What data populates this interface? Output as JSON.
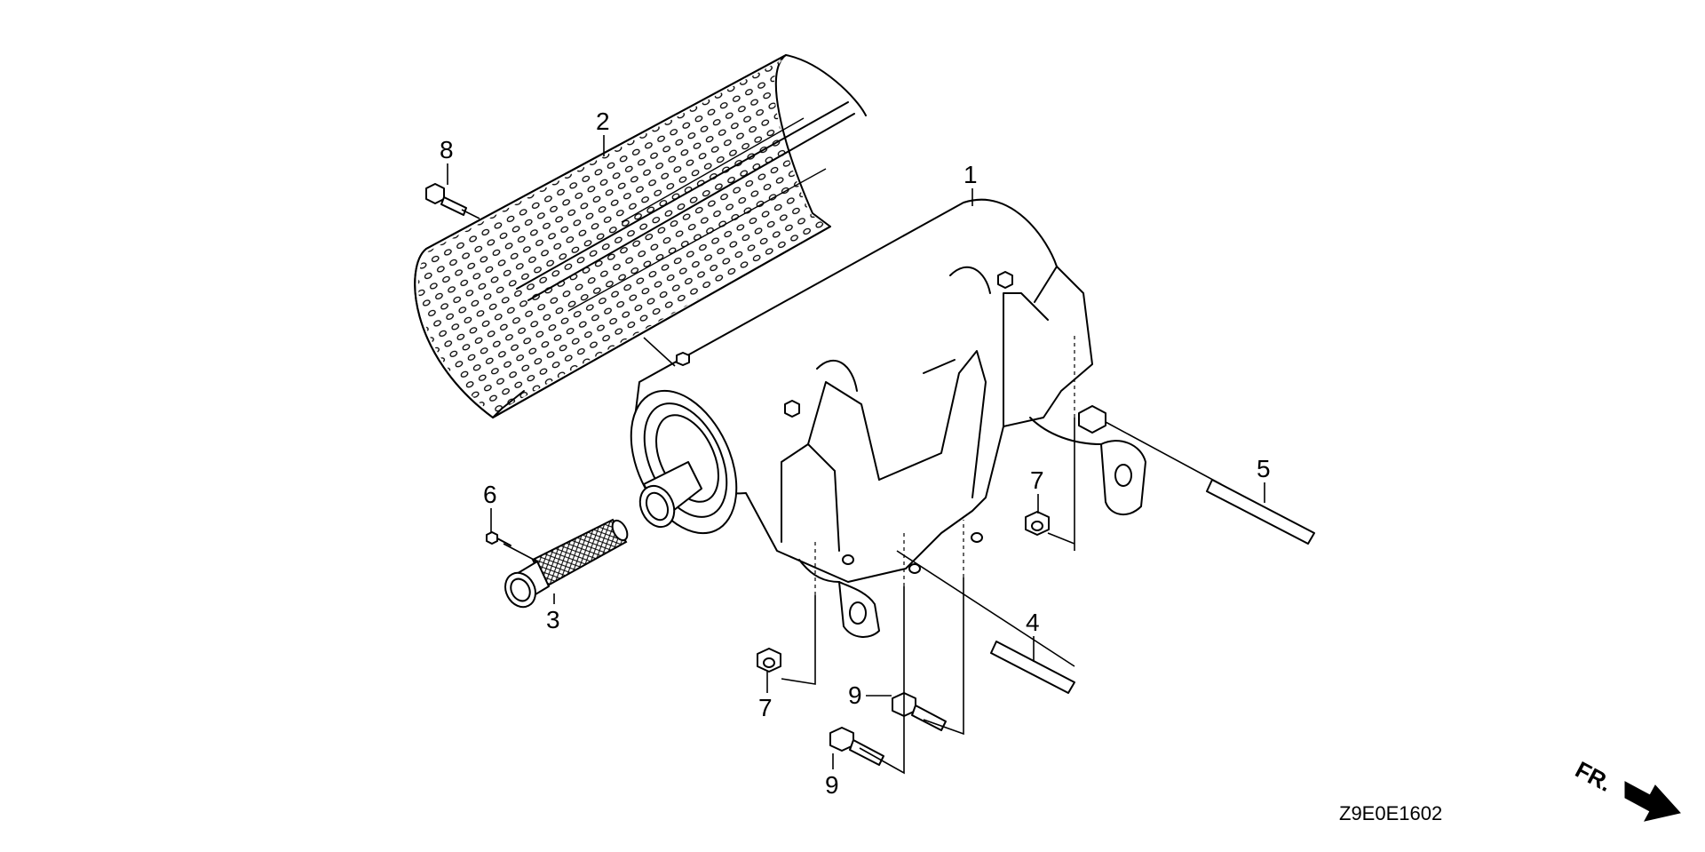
{
  "callouts": [
    {
      "id": "1",
      "label": "1"
    },
    {
      "id": "2",
      "label": "2"
    },
    {
      "id": "3",
      "label": "3"
    },
    {
      "id": "4",
      "label": "4"
    },
    {
      "id": "5",
      "label": "5"
    },
    {
      "id": "6",
      "label": "6"
    },
    {
      "id": "7a",
      "label": "7"
    },
    {
      "id": "7b",
      "label": "7"
    },
    {
      "id": "8",
      "label": "8"
    },
    {
      "id": "9a",
      "label": "9"
    },
    {
      "id": "9b",
      "label": "9"
    }
  ],
  "diagram_code": "Z9E0E1602",
  "direction_label": "FR."
}
